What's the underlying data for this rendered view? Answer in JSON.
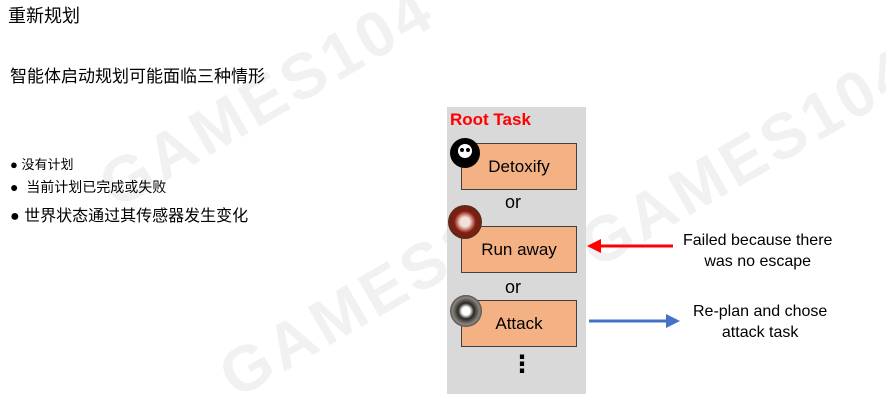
{
  "title": "重新规划",
  "subtitle": "智能体启动规划可能面临三种情形",
  "bullets": [
    "没有计划",
    "当前计划已完成或失败",
    "世界状态通过其传感器发生变化"
  ],
  "diagram": {
    "root_label": "Root Task",
    "tasks": [
      "Detoxify",
      "Run away",
      "Attack"
    ],
    "separator": "or",
    "ellipsis": "⋮",
    "notes": [
      {
        "lines": [
          "Failed because there",
          "was no escape"
        ],
        "arrow_color": "#ff0000"
      },
      {
        "lines": [
          "Re-plan and chose",
          "attack task"
        ],
        "arrow_color": "#4472c4"
      }
    ]
  },
  "watermark": "GAMES104"
}
